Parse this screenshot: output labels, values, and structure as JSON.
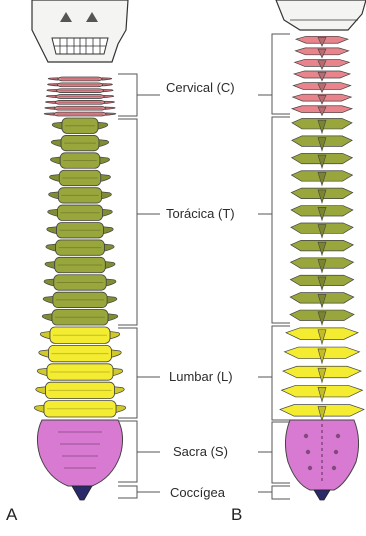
{
  "regions": [
    {
      "key": "cervical",
      "label": "Cervical (C)",
      "color": "#e9848c"
    },
    {
      "key": "thoracic",
      "label": "Torácica (T)",
      "color": "#98a63c"
    },
    {
      "key": "lumbar",
      "label": "Lumbar (L)",
      "color": "#f3ec30"
    },
    {
      "key": "sacral",
      "label": "Sacra (S)",
      "color": "#d97ad2"
    },
    {
      "key": "coccygeal",
      "label": "Coccígea",
      "color": "#2a2a6a"
    }
  ],
  "views": {
    "anterior": "A",
    "posterior": "B"
  },
  "vertebra_counts": {
    "cervical": 7,
    "thoracic": 12,
    "lumbar": 5
  }
}
